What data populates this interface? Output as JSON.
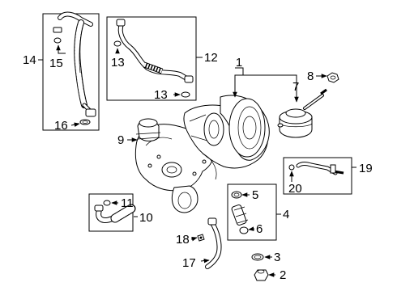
{
  "diagram": {
    "callouts": {
      "c1": "1",
      "c2": "2",
      "c3": "3",
      "c4": "4",
      "c5": "5",
      "c6": "6",
      "c7": "7",
      "c8": "8",
      "c9": "9",
      "c10": "10",
      "c11": "11",
      "c12": "12",
      "c13a": "13",
      "c13b": "13",
      "c14": "14",
      "c15": "15",
      "c16": "16",
      "c17": "17",
      "c18": "18",
      "c19": "19",
      "c20": "20"
    }
  }
}
